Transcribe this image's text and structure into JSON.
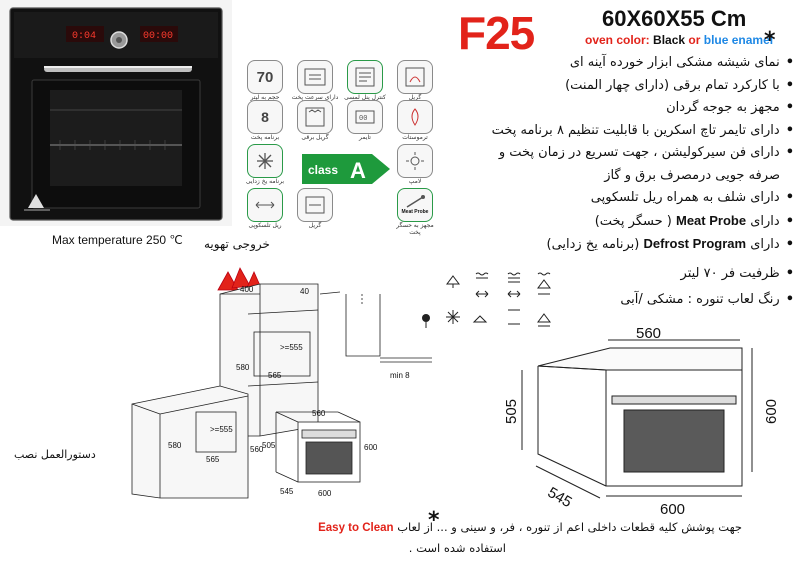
{
  "product": {
    "model": "F25",
    "dimensions": "60X60X55 Cm",
    "color_label": "oven color:",
    "color_black": "Black",
    "color_or": "or",
    "color_blue": "blue enamel",
    "asterisk": "*",
    "max_temperature": "Max temperature 250 ℃"
  },
  "oven_display": {
    "left_readout": "0:04",
    "right_readout": "00:00"
  },
  "icons": [
    {
      "name": "capacity",
      "value": "70",
      "caption": "حجم به لیتر"
    },
    {
      "name": "fan-mode",
      "caption": "دارای سرعت پخت"
    },
    {
      "name": "control-panel",
      "caption": "کنترل پنل لمسی"
    },
    {
      "name": "grill",
      "caption": "گریل"
    },
    {
      "name": "programs",
      "value": "8",
      "caption": "برنامه پخت"
    },
    {
      "name": "grill-mode",
      "caption": "گریل برقی"
    },
    {
      "name": "timer",
      "caption": "تایمر"
    },
    {
      "name": "thermostat",
      "caption": "ترموستات"
    },
    {
      "name": "defrost",
      "caption": "برنامه یخ زدایی"
    },
    {
      "name": "lamp",
      "caption": "لامپ"
    },
    {
      "name": "rail",
      "caption": "ریل تلسکوپی"
    },
    {
      "name": "rotisserie",
      "caption": "گریل"
    },
    {
      "name": "meat-probe",
      "value": "Meat Probe",
      "caption": "مجهز به حسگر پخت"
    }
  ],
  "energy_class": {
    "prefix": "class",
    "grade": "A"
  },
  "features": [
    {
      "text": "نمای شیشه مشکی ابزار خورده آینه ای"
    },
    {
      "text": "با کارکرد تمام برقی (دارای چهار المنت)"
    },
    {
      "text": "مجهز به جوجه گردان"
    },
    {
      "text": "دارای تایمر تاچ اسکرین با قابلیت تنظیم ۸ برنامه پخت"
    },
    {
      "text": "دارای فن سیرکولیشن ، جهت تسریع در زمان پخت و"
    },
    {
      "text": "صرفه جویی درمصرف برق و گاز",
      "continuation": true
    },
    {
      "text": "دارای شلف به همراه ریل تلسکوپی"
    },
    {
      "text": "دارای ",
      "bold": "Meat Probe",
      "after": " ( حسگر پخت)"
    },
    {
      "text": "دارای ",
      "bold": "Defrost Program",
      "after": " (برنامه یخ زدایی)"
    },
    {
      "text": "ظرفیت فر ۷۰ لیتر"
    },
    {
      "text": "رنگ لعاب تنوره : مشکی /آبی"
    }
  ],
  "diagram": {
    "vent_label": "خروجی تهویه",
    "install_label": "دستورالعمل نصب",
    "dims": {
      "w400": "400",
      "d40": "40",
      "a555": ">=555",
      "h580": "580",
      "w565": "565",
      "min8": "min 8",
      "h560": "560",
      "h580b": "580",
      "a555b": ">=555",
      "w565b": "565",
      "s560": "560",
      "s505": "505",
      "s600": "600",
      "s545": "545",
      "s600b": "600"
    },
    "large_dims": {
      "top": "560",
      "left": "505",
      "right": "600",
      "depth": "545",
      "bottom": "600"
    }
  },
  "footnote": {
    "line1_main": "جهت پوشش کلیه قطعات داخلی اعم از تنوره ، فر، و سینی و ... از لعاب",
    "line1_brand": "Easy to Clean",
    "line2": "استفاده شده است ."
  }
}
